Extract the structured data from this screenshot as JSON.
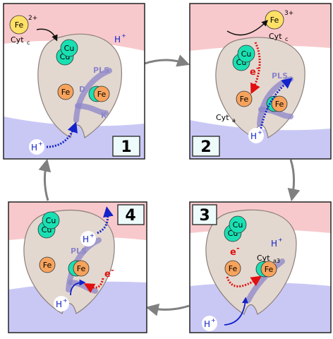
{
  "labels": {
    "fe": "Fe",
    "cu": "Cu",
    "h": "H",
    "plus": "+",
    "two_plus": "2+",
    "three_plus": "3+",
    "cyt": "Cyt",
    "c": "c",
    "a": "a",
    "a3": "a3",
    "e": "e",
    "minus": "-",
    "pls": "PLS",
    "d": "D",
    "k": "K"
  },
  "steps": [
    "1",
    "2",
    "3",
    "4"
  ],
  "colors": {
    "membrane_top": "#f8c9cc",
    "membrane_bottom": "#c9c8f5",
    "protein": "#e3d8d0",
    "protein_stroke": "#8a7f7a",
    "channel": "#8c86c9",
    "fe_heme": "#f7a35c",
    "fe_cyt": "#ffe066",
    "cu": "#19e0b2",
    "electron": "#e10f0f",
    "proton": "#1322c9",
    "cycle_arrow": "#808080"
  }
}
